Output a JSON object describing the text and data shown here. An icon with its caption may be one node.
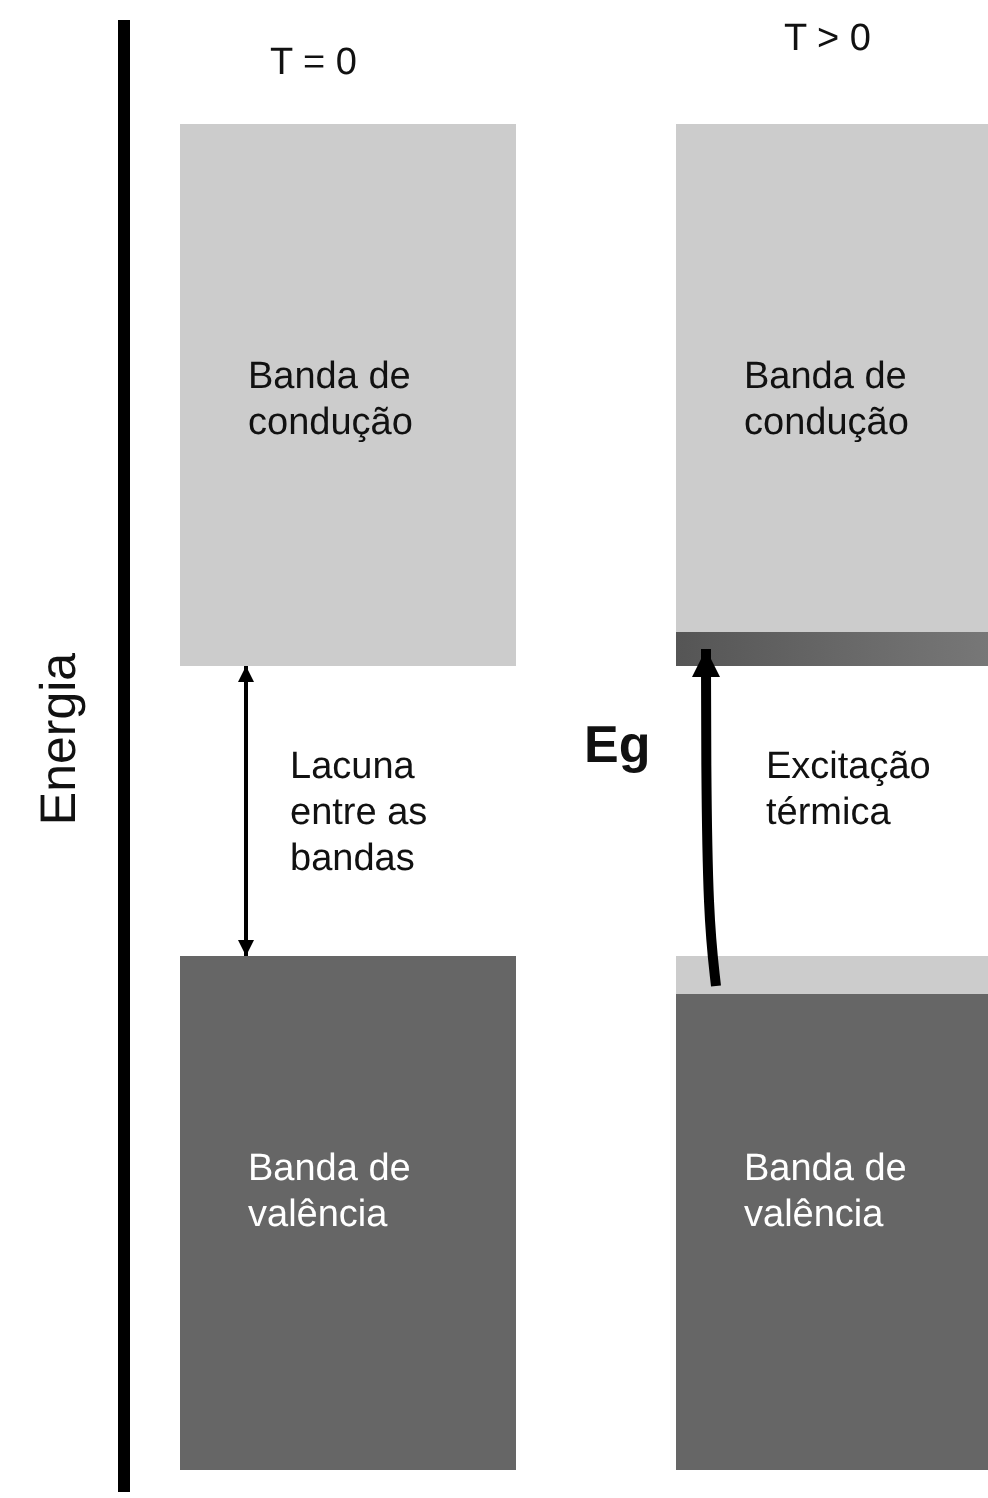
{
  "diagram": {
    "nodes": [
      {
        "text": [
          "Banda de condução"
        ]
      },
      {
        "text": [
          "Banda de condução"
        ]
      },
      {
        "text": [],
        "shape": "bar",
        "in": 1
      },
      {
        "text": [
          "Banda de valência"
        ]
      },
      {
        "text": [
          "Banda de valência"
        ]
      },
      {
        "text": [],
        "shape": "bar",
        "in": 4
      }
    ],
    "edges": [
      {
        "from": 0,
        "to": 3,
        "arrow": "both"
      },
      {
        "from": 5,
        "to": 2,
        "arrow": "to",
        "style": "thick"
      }
    ],
    "labels": [
      "T = 0",
      "T > 0",
      "Energia",
      "Lacuna entre as bandas",
      "Eg",
      "Excitação térmica"
    ]
  }
}
